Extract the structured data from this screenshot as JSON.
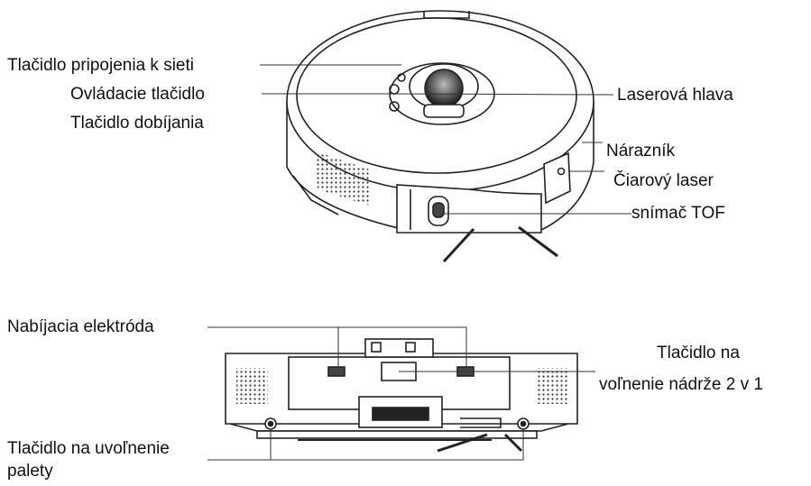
{
  "top_view": {
    "labels": {
      "network_button": "Tlačidlo pripojenia k sieti",
      "control_button": "Ovládacie tlačidlo",
      "charging_button": "Tlačidlo dobíjania",
      "laser_head": "Laserová hlava",
      "bumper": "Nárazník",
      "line_laser": "Čiarový laser",
      "tof_sensor": "snímač TOF"
    }
  },
  "bottom_view": {
    "labels": {
      "charging_electrode": "Nabíjacia elektróda",
      "tank_release_line1": "Tlačidlo na",
      "tank_release_line2": "voľnenie nádrže 2 v 1",
      "pallet_release_line1": "Tlačidlo na uvoľnenie",
      "pallet_release_line2": "palety"
    }
  }
}
